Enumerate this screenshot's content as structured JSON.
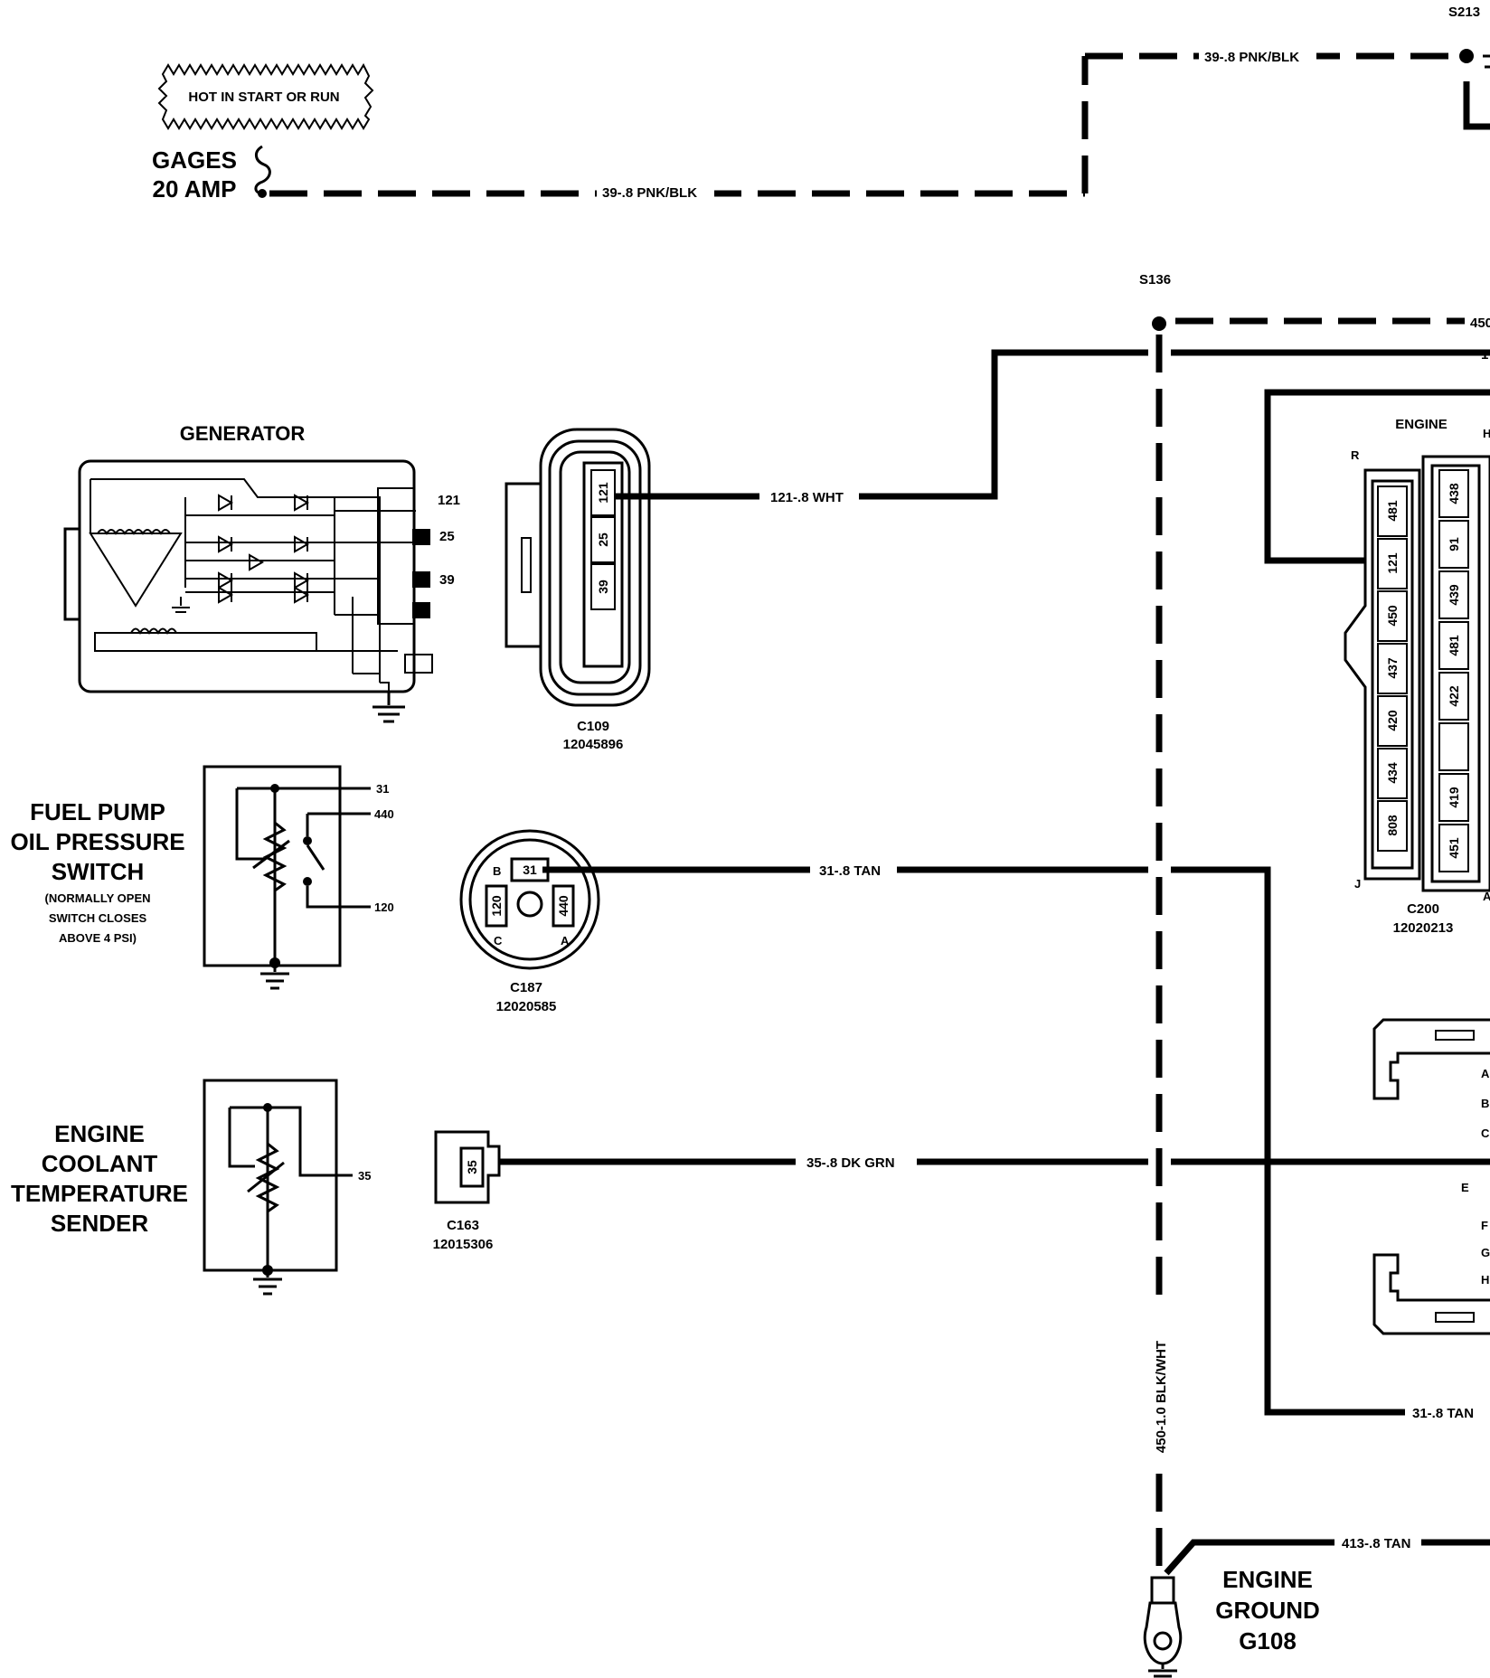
{
  "splices": {
    "top_right": "S213",
    "middle": "S136"
  },
  "fuse": {
    "hot_label": "HOT IN START OR RUN",
    "name_line1": "GAGES",
    "name_line2": "20 AMP"
  },
  "wires": {
    "pnk_blk_bottom": "39-.8 PNK/BLK",
    "pnk_blk_top": "39-.8 PNK/BLK",
    "wht": "121-.8 WHT",
    "tan_31": "31-.8 TAN",
    "dk_grn": "35-.8 DK GRN",
    "tan_31_lower": "31-.8 TAN",
    "tan_413": "413-.8 TAN",
    "blk_wht_vertical": "450-1.0 BLK/WHT",
    "top_right_cut": "450",
    "right_cut_1": "1"
  },
  "generator": {
    "title": "GENERATOR",
    "terminals": [
      "121",
      "25",
      "39"
    ]
  },
  "c109": {
    "id": "C109",
    "part": "12045896",
    "cavities": [
      "121",
      "25",
      "39"
    ]
  },
  "oil_switch": {
    "line1": "FUEL PUMP",
    "line2": "OIL PRESSURE",
    "line3": "SWITCH",
    "note1": "(NORMALLY OPEN",
    "note2": "SWITCH CLOSES",
    "note3": "ABOVE 4 PSI)",
    "terminals": [
      "31",
      "440",
      "120"
    ]
  },
  "c187": {
    "id": "C187",
    "part": "12020585",
    "letters": {
      "b": "B",
      "c": "C",
      "a": "A"
    },
    "cavities": {
      "top": "31",
      "left": "120",
      "right": "440"
    }
  },
  "coolant": {
    "line1": "ENGINE",
    "line2": "COOLANT",
    "line3": "TEMPERATURE",
    "line4": "SENDER",
    "terminal": "35"
  },
  "c163": {
    "id": "C163",
    "part": "12015306",
    "cavity": "35"
  },
  "c200": {
    "label": "ENGINE",
    "id": "C200",
    "part": "12020213",
    "letters": {
      "r": "R",
      "j": "J",
      "a": "A",
      "h": "H"
    },
    "left_column": [
      "481",
      "121",
      "450",
      "437",
      "420",
      "434",
      "808"
    ],
    "right_column": [
      "438",
      "91",
      "439",
      "481",
      "422",
      "",
      "419",
      "451"
    ]
  },
  "lower_connector": {
    "letters": [
      "A",
      "B",
      "C",
      "E",
      "F",
      "G",
      "H"
    ]
  },
  "ground": {
    "line1": "ENGINE",
    "line2": "GROUND",
    "line3": "G108"
  }
}
